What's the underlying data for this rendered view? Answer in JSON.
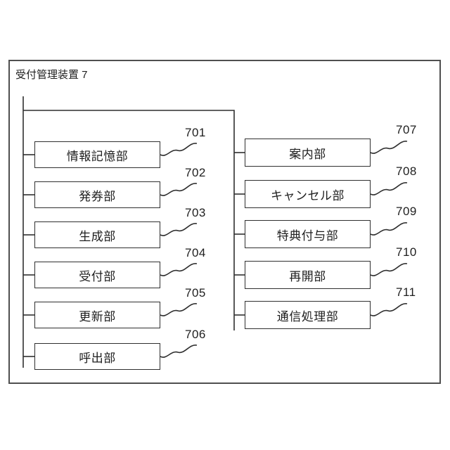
{
  "figure": {
    "title": "受付管理装置 7",
    "left_units": [
      {
        "ref": "701",
        "label": "情報記憶部"
      },
      {
        "ref": "702",
        "label": "発券部"
      },
      {
        "ref": "703",
        "label": "生成部"
      },
      {
        "ref": "704",
        "label": "受付部"
      },
      {
        "ref": "705",
        "label": "更新部"
      },
      {
        "ref": "706",
        "label": "呼出部"
      }
    ],
    "right_units": [
      {
        "ref": "707",
        "label": "案内部"
      },
      {
        "ref": "708",
        "label": "キャンセル部"
      },
      {
        "ref": "709",
        "label": "特典付与部"
      },
      {
        "ref": "710",
        "label": "再開部"
      },
      {
        "ref": "711",
        "label": "通信処理部"
      }
    ]
  },
  "colors": {
    "line": "#2f2f2f",
    "frame": "#4f4f4f",
    "background": "#ffffff"
  }
}
